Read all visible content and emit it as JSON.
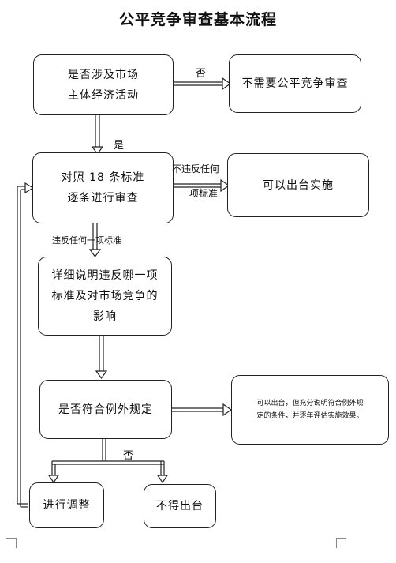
{
  "title": "公平竞争审查基本流程",
  "boxes": {
    "market_check": [
      "是否涉及市场",
      "主体经济活动"
    ],
    "no_review": "不需要公平竞争审查",
    "review_18": [
      "对照 18 条标准",
      "逐条进行审查"
    ],
    "can_implement": "可以出台实施",
    "explain": [
      "详细说明违反哪一项",
      "标准及对市场竞争的",
      "影响"
    ],
    "exception_check": "是否符合例外规定",
    "exception_allowed": [
      "可以出台，但充分说明符合例外规",
      "定的条件，并逐年评估实施效果。"
    ],
    "adjust": "进行调整",
    "not_allowed": "不得出台"
  },
  "labels": {
    "no_top": "否",
    "yes": "是",
    "no_violation": [
      "不违反任何",
      "一项标准"
    ],
    "violation": "违反任何一项标准",
    "no_bottom": "否"
  }
}
